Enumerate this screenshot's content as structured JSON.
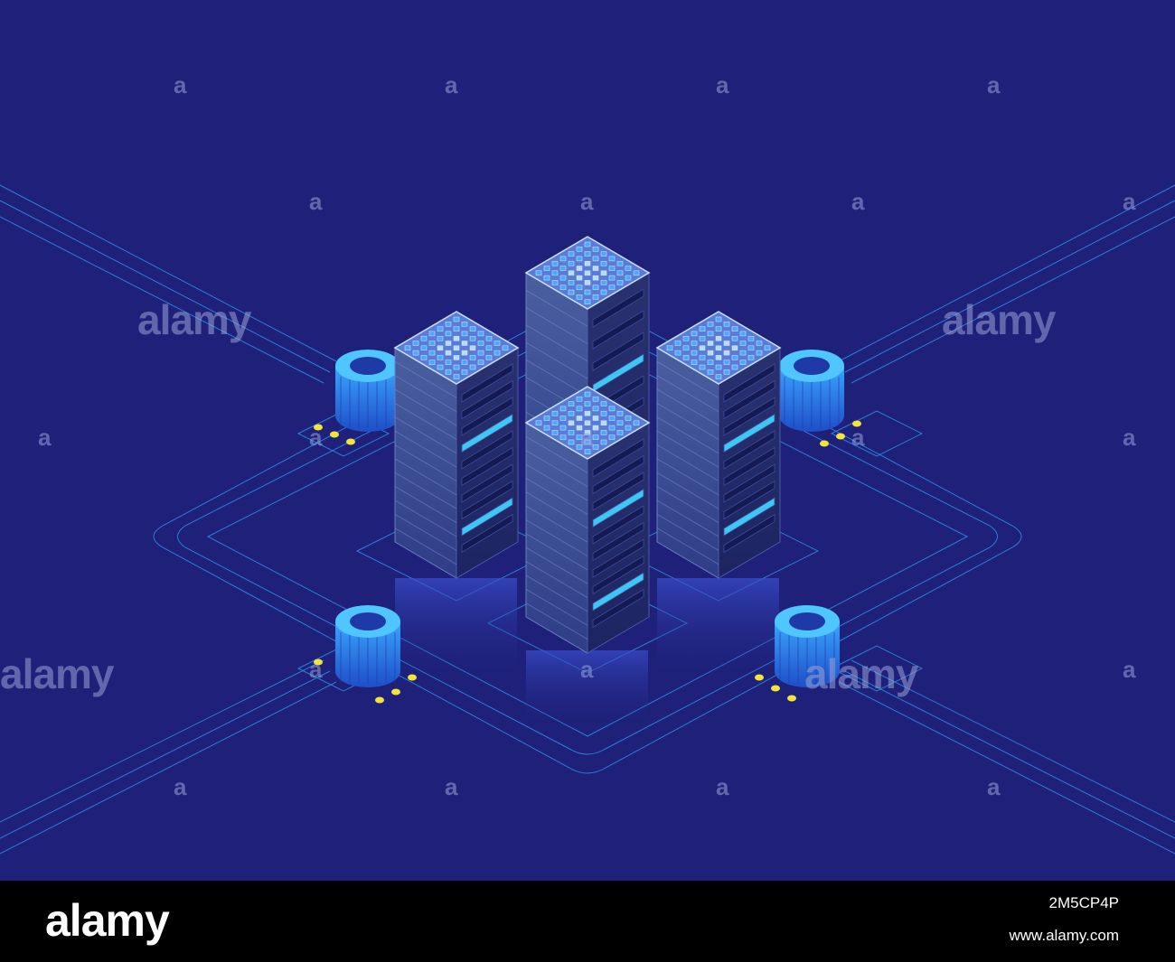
{
  "footer": {
    "logo_text": "alamy",
    "image_id": "2M5CP4P",
    "site_url": "www.alamy.com"
  },
  "watermark": {
    "word": "alamy",
    "mark": "a"
  },
  "colors": {
    "background": "#1e2079",
    "footer": "#000000",
    "accent_cyan": "#3ec7f2",
    "accent_blue": "#2c7cf0",
    "node_dot": "#f2e43a"
  },
  "scene": {
    "server_racks": 4,
    "storage_cylinders": 4
  }
}
